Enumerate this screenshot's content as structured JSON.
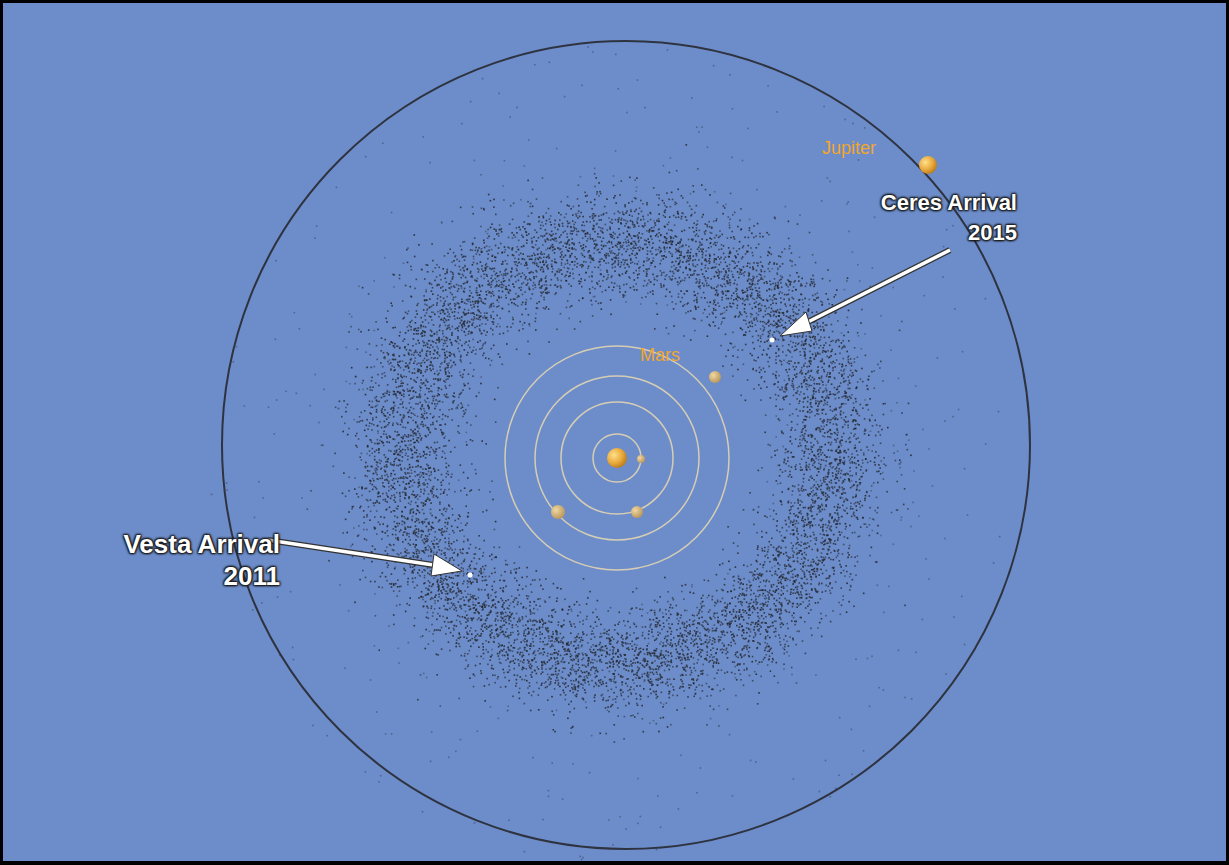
{
  "diagram": {
    "labels": [
      "Jupiter",
      "Ceres Arrival 2015",
      "Mars",
      "Vesta Arrival 2011"
    ]
  }
}
